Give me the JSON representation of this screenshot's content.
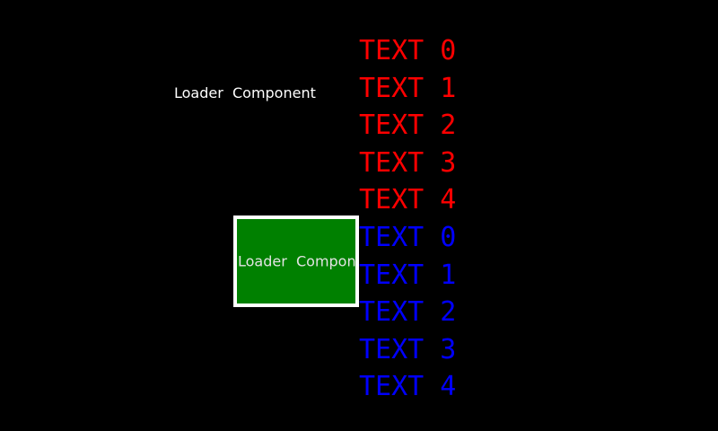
{
  "screen": {
    "background": "#000000"
  },
  "loader_plain": {
    "label": "Loader  Component",
    "text_color": "#ffffff"
  },
  "loader_box": {
    "label": "Loader  Component",
    "fill_color": "#008000",
    "border_color": "#ffffff",
    "text_color": "#e3e3e3"
  },
  "text_lists": [
    {
      "id": "red-list",
      "color": "#ff0000",
      "items": [
        "TEXT 0",
        "TEXT 1",
        "TEXT 2",
        "TEXT 3",
        "TEXT 4"
      ]
    },
    {
      "id": "blue-list",
      "color": "#0000ff",
      "items": [
        "TEXT 0",
        "TEXT 1",
        "TEXT 2",
        "TEXT 3",
        "TEXT 4"
      ]
    }
  ]
}
